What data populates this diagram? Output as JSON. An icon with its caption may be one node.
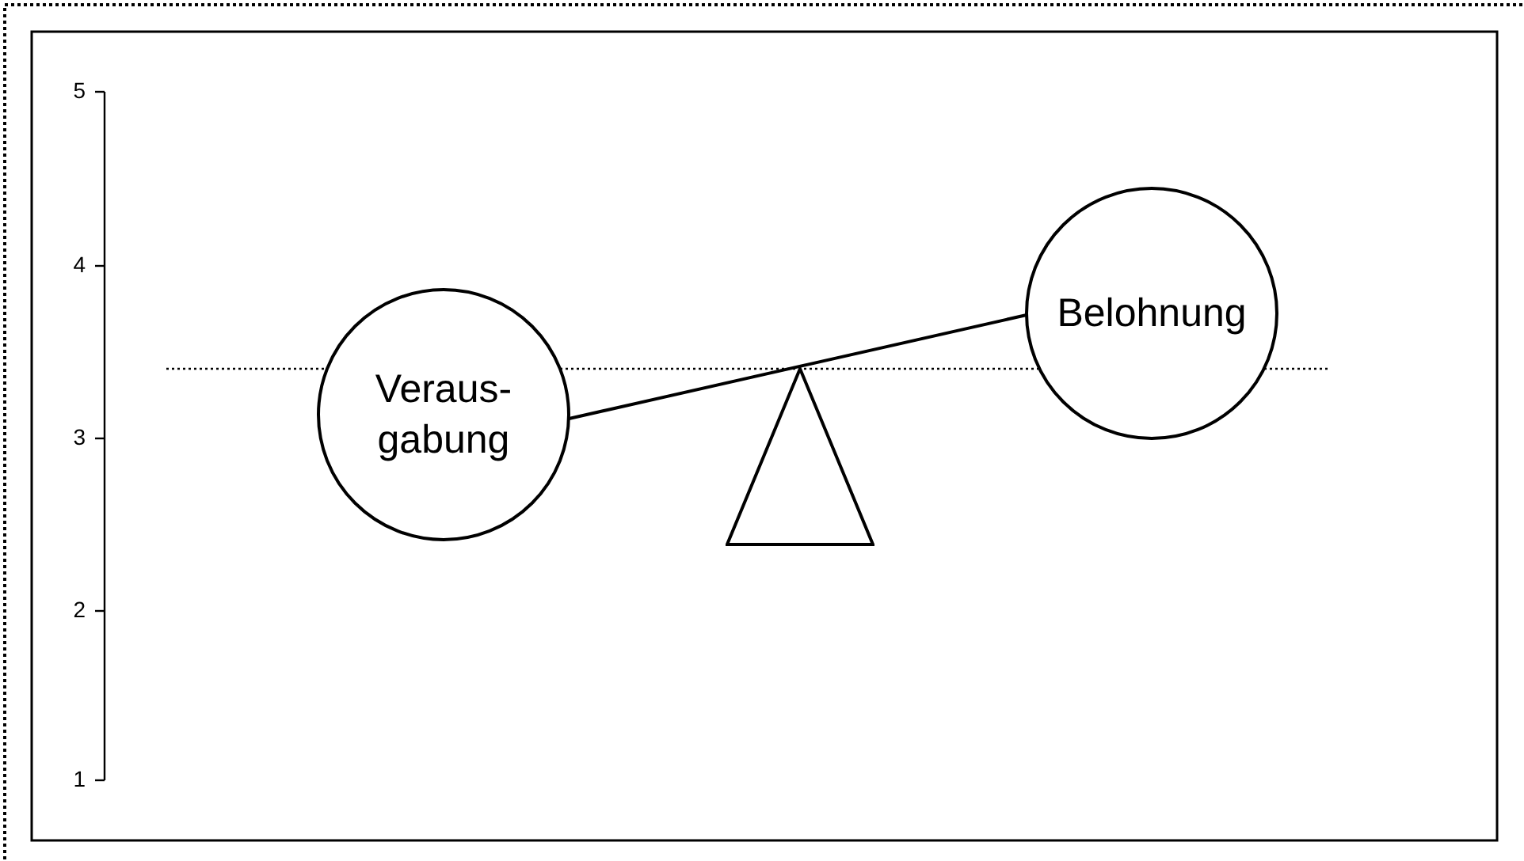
{
  "diagram": {
    "nodes": [
      {
        "text": [
          "Veraus- gabung"
        ]
      },
      {
        "text": [
          "Belohnung"
        ]
      },
      {
        "text": [],
        "shape": "triangle"
      }
    ],
    "edges": [
      {
        "from": 0,
        "to": 1,
        "arrow": "none"
      }
    ],
    "labels": [
      "5",
      "4",
      "3",
      "2",
      "1"
    ]
  }
}
